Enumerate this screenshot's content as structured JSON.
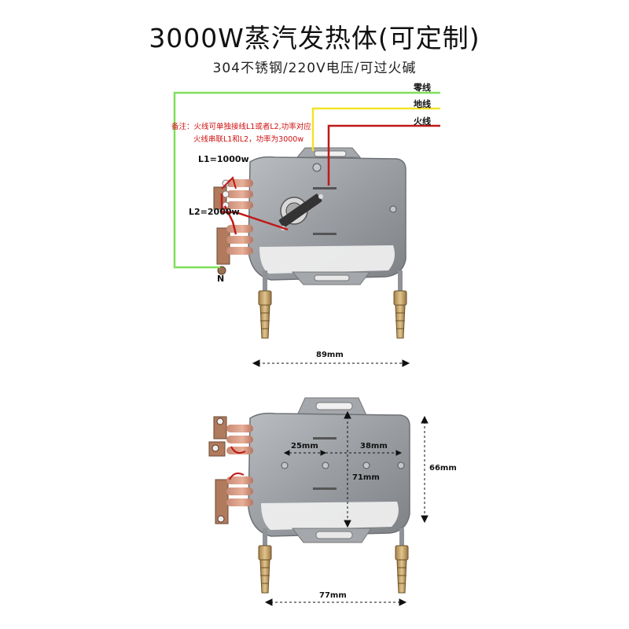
{
  "title": "3000W蒸汽发热体(可定制)",
  "subtitle": "304不锈钢/220V电压/可过火碱",
  "wires": {
    "neutral": "零线",
    "ground": "地线",
    "live": "火线",
    "color_neutral": "#7fe05a",
    "color_ground": "#f2e22a",
    "color_live": "#c01818"
  },
  "note": {
    "line1": "备注：火线可单独接线L1或者L2,功率对应",
    "line2": "火线串联L1和L2，功率为3000w"
  },
  "terminals": {
    "l1": "L1=1000w",
    "l2": "L2=2000w",
    "n": "N"
  },
  "dimensions": {
    "width_top": "89mm",
    "width_bottom": "77mm",
    "height": "66mm",
    "hole_left": "25mm",
    "hole_right": "38mm",
    "center": "71mm"
  }
}
